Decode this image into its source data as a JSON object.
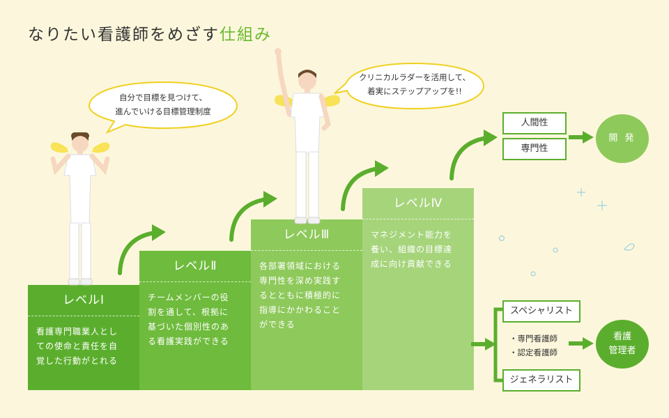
{
  "title": {
    "main": "なりたい看護師をめざす",
    "accent": "仕組み"
  },
  "levels": [
    {
      "label": "レベルⅠ",
      "text": [
        "看護専門職業人とし",
        "ての使命と責任を自",
        "覚した行動がとれる"
      ]
    },
    {
      "label": "レベルⅡ",
      "text": [
        "チームメンバーの役",
        "割を通して、根拠に",
        "基づいた個別性のあ",
        "る看護実践ができる"
      ]
    },
    {
      "label": "レベルⅢ",
      "text": [
        "各部署領域における",
        "専門性を深め実践す",
        "るとともに積極的に",
        "指導にかかわること",
        "ができる"
      ]
    },
    {
      "label": "レベルⅣ",
      "text": [
        "マネジメント能力を",
        "養い、組織の目標達",
        "成に向け貢献できる"
      ]
    }
  ],
  "bubbles": [
    {
      "lines": [
        "自分で目標を見つけて、",
        "進んでいける目標管理制度"
      ]
    },
    {
      "lines": [
        "クリニカルラダーを活用して、",
        "着実にステップアップを!!"
      ]
    }
  ],
  "upper_path": {
    "boxes": [
      "人間性",
      "専門性"
    ],
    "result": "開 発"
  },
  "lower_path": {
    "specialist": "スペシャリスト",
    "generalist": "ジェネラリスト",
    "bullets": [
      "・専門看護師",
      "・認定看護師"
    ],
    "result_lines": [
      "看護",
      "管理者"
    ]
  },
  "colors": {
    "dark_green": "#5bae2d",
    "mid_green": "#6fbb3d",
    "light_green": "#8ec95b",
    "pale_green": "#a6d47b",
    "circle_light": "#8ec95b",
    "background": "#fcf7dc"
  }
}
